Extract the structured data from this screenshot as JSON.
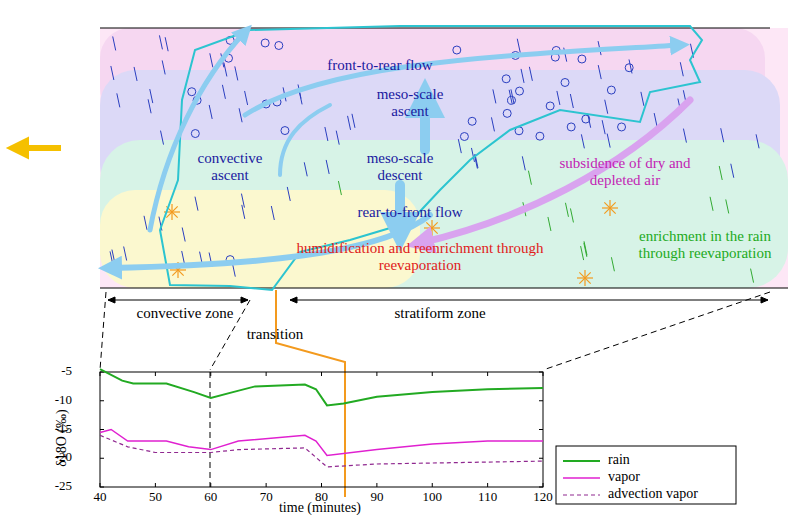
{
  "diagram": {
    "labels": [
      "front-to-rear flow",
      "meso-scale ascent",
      "convective ascent",
      "meso-scale descent",
      "rear-to-front flow",
      "subsidence of dry and depleted air",
      "humidification and reenrichment through reevaporation",
      "enrichment in the rain through reevaporation",
      "convective zone",
      "transition",
      "stratiform zone",
      "-5",
      "-10",
      "-15",
      "-20",
      "-25",
      "40",
      "50",
      "60",
      "70",
      "80",
      "90",
      "100",
      "110",
      "120",
      "time (minutes)",
      "δ18O (‰)"
    ],
    "legend": [
      {
        "text": "rain"
      },
      {
        "text": "vapor"
      },
      {
        "text": "advection vapor"
      }
    ]
  }
}
